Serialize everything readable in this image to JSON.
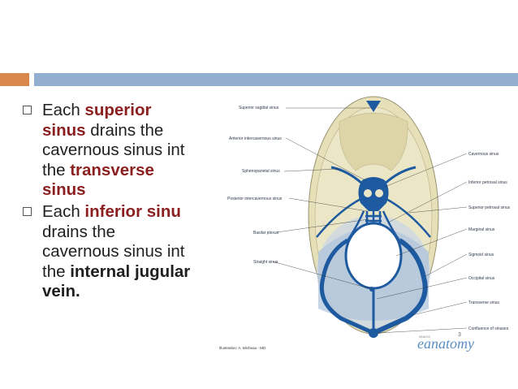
{
  "slide": {
    "bullets": [
      {
        "lines": [
          [
            {
              "t": "Each ",
              "s": "plain"
            },
            {
              "t": "superior",
              "s": "hl"
            }
          ],
          [
            {
              "t": "sinus",
              "s": "hl"
            },
            {
              "t": " drains the",
              "s": "plain"
            }
          ],
          [
            {
              "t": "cavernous sinus int",
              "s": "plain"
            }
          ],
          [
            {
              "t": "the ",
              "s": "plain"
            },
            {
              "t": "transverse",
              "s": "hl"
            }
          ],
          [
            {
              "t": "sinus",
              "s": "hl"
            }
          ]
        ]
      },
      {
        "lines": [
          [
            {
              "t": "Each  ",
              "s": "plain"
            },
            {
              "t": "inferior sinu",
              "s": "hl"
            }
          ],
          [
            {
              "t": "drains the",
              "s": "plain"
            }
          ],
          [
            {
              "t": "cavernous sinus int",
              "s": "plain"
            }
          ],
          [
            {
              "t": "the ",
              "s": "plain"
            },
            {
              "t": "internal jugular",
              "s": "strong"
            }
          ],
          [
            {
              "t": "vein.",
              "s": "strong"
            }
          ]
        ]
      }
    ]
  },
  "figure": {
    "labels_left": [
      "Superior sagittal sinus",
      "Anterior intercavernous sinus",
      "Sphenoparietal sinus",
      "Posterior intercavernous sinus",
      "Basilar plexus",
      "Straight sinus"
    ],
    "labels_right": [
      "Cavernous sinus",
      "Inferior petrosal sinus",
      "Superior petrosal sinus",
      "Marginal sinus",
      "Sigmoid sinus",
      "Occipital sinus",
      "Transverse sinus",
      "Confluence of sinuses"
    ],
    "credit": "Illustration: A. Micheau - MD",
    "brand_prefix": "e",
    "brand_name": "anatomy",
    "brand_small": "IMAIOS",
    "page_number": "3"
  },
  "colors": {
    "accent_orange": "#d9874a",
    "accent_blue": "#93afd0",
    "highlight_red": "#8b1f1f",
    "sinus_blue": "#1e5aa0",
    "bone": "#e6e0b8"
  }
}
